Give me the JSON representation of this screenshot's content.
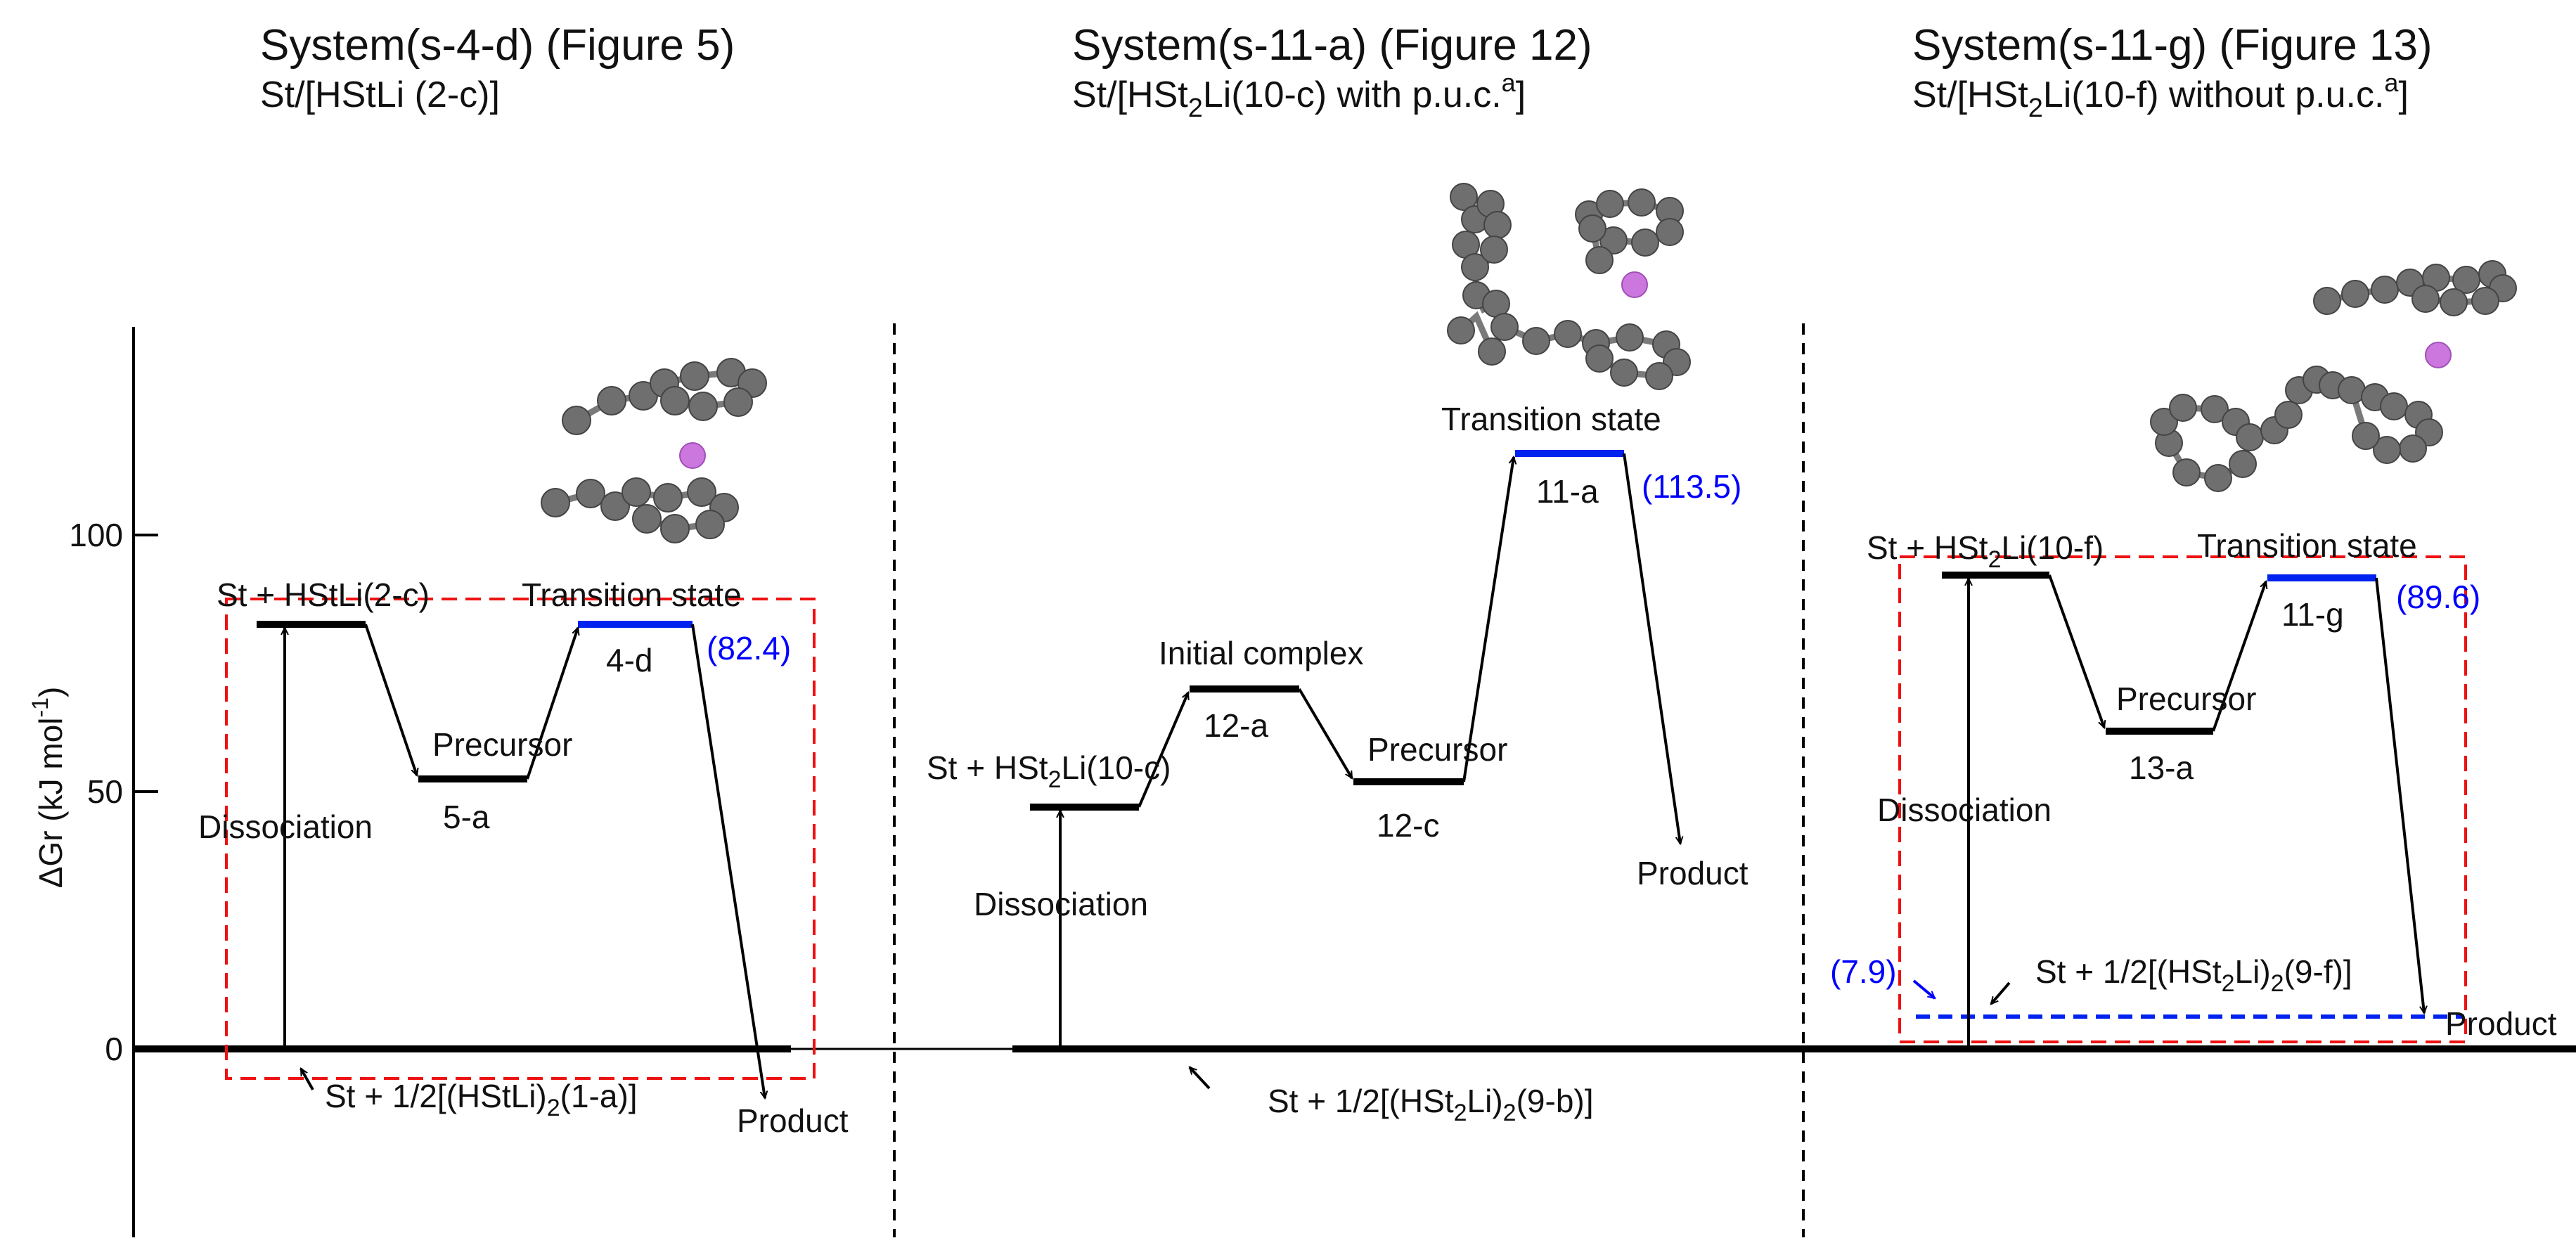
{
  "panels": [
    {
      "title": "System(s-4-d) (Figure 5)",
      "subtitle": "St/[HStLi (2-c)]"
    },
    {
      "title": "System(s-11-a) (Figure 12)",
      "subtitle_pre": "St/[HSt",
      "subtitle_sub": "2",
      "subtitle_post": "Li(10-c) with p.u.c.",
      "subtitle_sup": "a",
      "subtitle_end": "]"
    },
    {
      "title": "System(s-11-g) (Figure 13)",
      "subtitle_pre": "St/[HSt",
      "subtitle_sub": "2",
      "subtitle_post": "Li(10-f) without p.u.c.",
      "subtitle_sup": "a",
      "subtitle_end": "]"
    }
  ],
  "axis": {
    "label_pre": "ΔGr (kJ mol",
    "label_sup": "-1",
    "label_end": ")",
    "ticks": [
      "100",
      "50",
      "0"
    ]
  },
  "panel1": {
    "start": "St + HStLi(2-c)",
    "precursor": "Precursor",
    "precursor_id": "5-a",
    "ts": "Transition state",
    "ts_id": "4-d",
    "ts_value": "(82.4)",
    "dissociation": "Dissociation",
    "base_pre": "St + 1/2[(HStLi)",
    "base_sub": "2",
    "base_post": "(1-a)]",
    "product": "Product"
  },
  "panel2": {
    "start_pre": "St + HSt",
    "start_sub": "2",
    "start_post": "Li(10-c)",
    "initial": "Initial complex",
    "initial_id": "12-a",
    "precursor": "Precursor",
    "precursor_id": "12-c",
    "ts": "Transition state",
    "ts_id": "11-a",
    "ts_value": "(113.5)",
    "dissociation": "Dissociation",
    "base_pre": "St + 1/2[(HSt",
    "base_sub1": "2",
    "base_mid": "Li)",
    "base_sub2": "2",
    "base_post": "(9-b)]",
    "product": "Product"
  },
  "panel3": {
    "start_pre": "St + HSt",
    "start_sub": "2",
    "start_post": "Li(10-f)",
    "precursor": "Precursor",
    "precursor_id": "13-a",
    "ts": "Transition state",
    "ts_id": "11-g",
    "ts_value": "(89.6)",
    "dissociation": "Dissociation",
    "ref_value": "(7.9)",
    "ref_pre": "St + 1/2[(HSt",
    "ref_sub1": "2",
    "ref_mid": "Li)",
    "ref_sub2": "2",
    "ref_post": "(9-f)]",
    "product": "Product"
  },
  "colors": {
    "ts_level": "#0022ee",
    "value_text": "#0000ff",
    "box": "#ee1111",
    "lithium": "#cc77dd",
    "carbon": "#6f6f6f"
  },
  "chart_data": {
    "type": "energy-profile",
    "ylabel": "ΔGr (kJ mol-1)",
    "yticks": [
      0,
      50,
      100
    ],
    "systems": [
      {
        "name": "System(s-4-d) (Figure 5)",
        "levels": [
          {
            "label": "St + 1/2[(HStLi)2(1-a)]",
            "value": 0
          },
          {
            "label": "St + HStLi(2-c)",
            "value": 82
          },
          {
            "label": "5-a",
            "value": 52
          },
          {
            "label": "4-d",
            "value": 82.4
          }
        ]
      },
      {
        "name": "System(s-11-a) (Figure 12)",
        "levels": [
          {
            "label": "St + 1/2[(HSt2Li)2(9-b)]",
            "value": 0
          },
          {
            "label": "St + HSt2Li(10-c)",
            "value": 47
          },
          {
            "label": "12-a",
            "value": 70
          },
          {
            "label": "12-c",
            "value": 52
          },
          {
            "label": "11-a",
            "value": 113.5
          }
        ]
      },
      {
        "name": "System(s-11-g) (Figure 13)",
        "levels": [
          {
            "label": "St + 1/2[(HSt2Li)2(9-f)]",
            "value": 7.9
          },
          {
            "label": "St + HSt2Li(10-f)",
            "value": 92
          },
          {
            "label": "13-a",
            "value": 62
          },
          {
            "label": "11-g",
            "value": 89.6
          }
        ]
      }
    ]
  }
}
